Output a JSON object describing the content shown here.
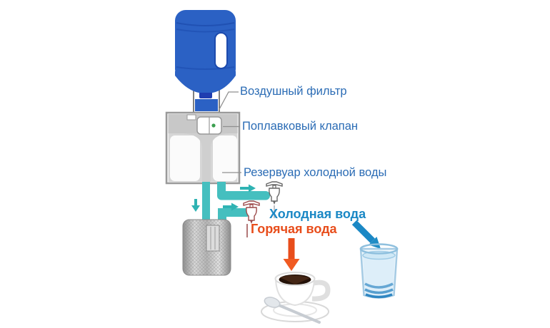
{
  "labels": {
    "air_filter": "Воздушный фильтр",
    "float_valve": "Поплавковый клапан",
    "cold_reservoir": "Резервуар холодной воды",
    "cold_water": "Холодная вода",
    "hot_water": "Горячая вода"
  },
  "colors": {
    "background": "#FFFFFF",
    "label_text": "#2B6CB5",
    "cold_accent": "#1B88C5",
    "hot_accent": "#E84D1B",
    "pipe_teal": "#45BFBF",
    "bottle_blue": "#2B61C4",
    "bottle_cap_blue": "#1F3DB0",
    "tank_border_gray": "#9A9A9A",
    "heater_metal_gray": "#B0B0B0"
  },
  "icons": {
    "water_bottle": "water-bottle-icon",
    "air_filter": "air-filter-icon",
    "float_valve": "float-valve-icon",
    "reservoir_tank": "reservoir-tank-icon",
    "pipes": "pipe-icon",
    "flow_arrows": "flow-arrow-icon",
    "cold_faucet": "cold-faucet-icon",
    "hot_faucet": "hot-faucet-icon",
    "heater_tank": "heater-tank-icon",
    "cold_water_arrow": "cold-water-arrow-icon",
    "hot_water_arrow": "hot-water-arrow-icon",
    "coffee_cup": "coffee-cup-icon",
    "water_glass": "water-glass-icon"
  }
}
